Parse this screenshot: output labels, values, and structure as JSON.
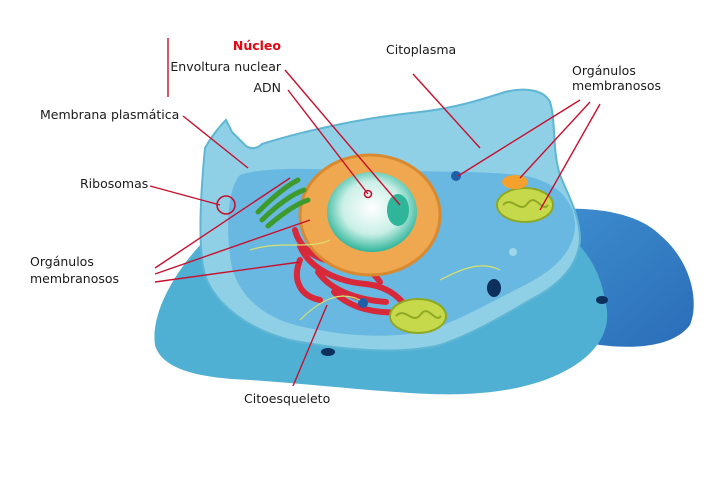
{
  "labels": {
    "nucleo": "Núcleo",
    "envoltura_nuclear": "Envoltura nuclear",
    "adn": "ADN",
    "citoplasma": "Citoplasma",
    "organulos_right_1": "Orgánulos",
    "organulos_right_2": "membranosos",
    "membrana_plasmatica": "Membrana plasmática",
    "ribosomas": "Ribosomas",
    "organulos_left_1": "Orgánulos",
    "organulos_left_2": "membranosos",
    "citoesqueleto": "Citoesqueleto"
  },
  "colors": {
    "leader_line": "#c8102e",
    "title_red": "#e30613",
    "cell_outer": "#4fb0d4",
    "cell_cytoplasm": "#8fd0e6",
    "nucleus_envelope": "#f0a850",
    "nucleus_inner": "#2fb59a",
    "mitochondria": "#c6d94a"
  }
}
